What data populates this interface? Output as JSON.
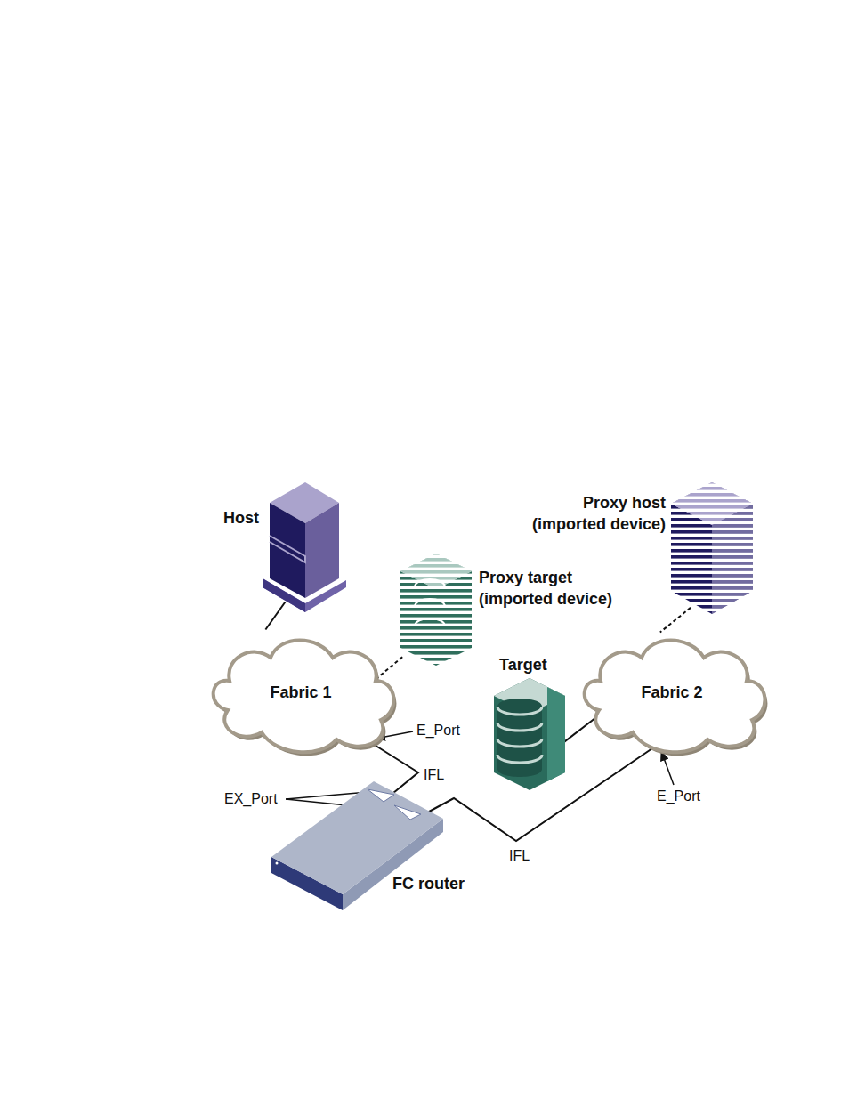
{
  "diagram": {
    "nodes": [
      {
        "text": [
          "Host"
        ]
      },
      {
        "text": [
          "Proxy host (imported device)"
        ]
      },
      {
        "text": [
          "Proxy target (imported device)"
        ]
      },
      {
        "text": [
          "Target"
        ]
      },
      {
        "text": [
          "Fabric 1"
        ]
      },
      {
        "text": [
          "Fabric 2"
        ]
      },
      {
        "text": [
          "FC router"
        ]
      }
    ],
    "edges": [
      {
        "from": 0,
        "to": 4,
        "arrow": "none"
      },
      {
        "from": 2,
        "to": 4,
        "arrow": "none"
      },
      {
        "from": 3,
        "to": 5,
        "arrow": "none"
      },
      {
        "from": 1,
        "to": 5,
        "arrow": "none"
      },
      {
        "from": 6,
        "to": 4,
        "label": "IFL",
        "arrow": "none"
      },
      {
        "from": 6,
        "to": 5,
        "label": "IFL",
        "arrow": "none"
      }
    ],
    "labels": [
      "E_Port",
      "E_Port",
      "EX_Port"
    ]
  }
}
